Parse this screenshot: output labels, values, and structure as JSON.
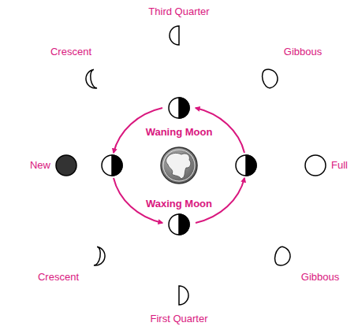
{
  "diagram": {
    "labels": [
      "Third Quarter",
      "Crescent",
      "Gibbous",
      "Waning Moon",
      "New",
      "Full",
      "Waxing Moon",
      "Crescent",
      "Gibbous",
      "First Quarter"
    ]
  }
}
